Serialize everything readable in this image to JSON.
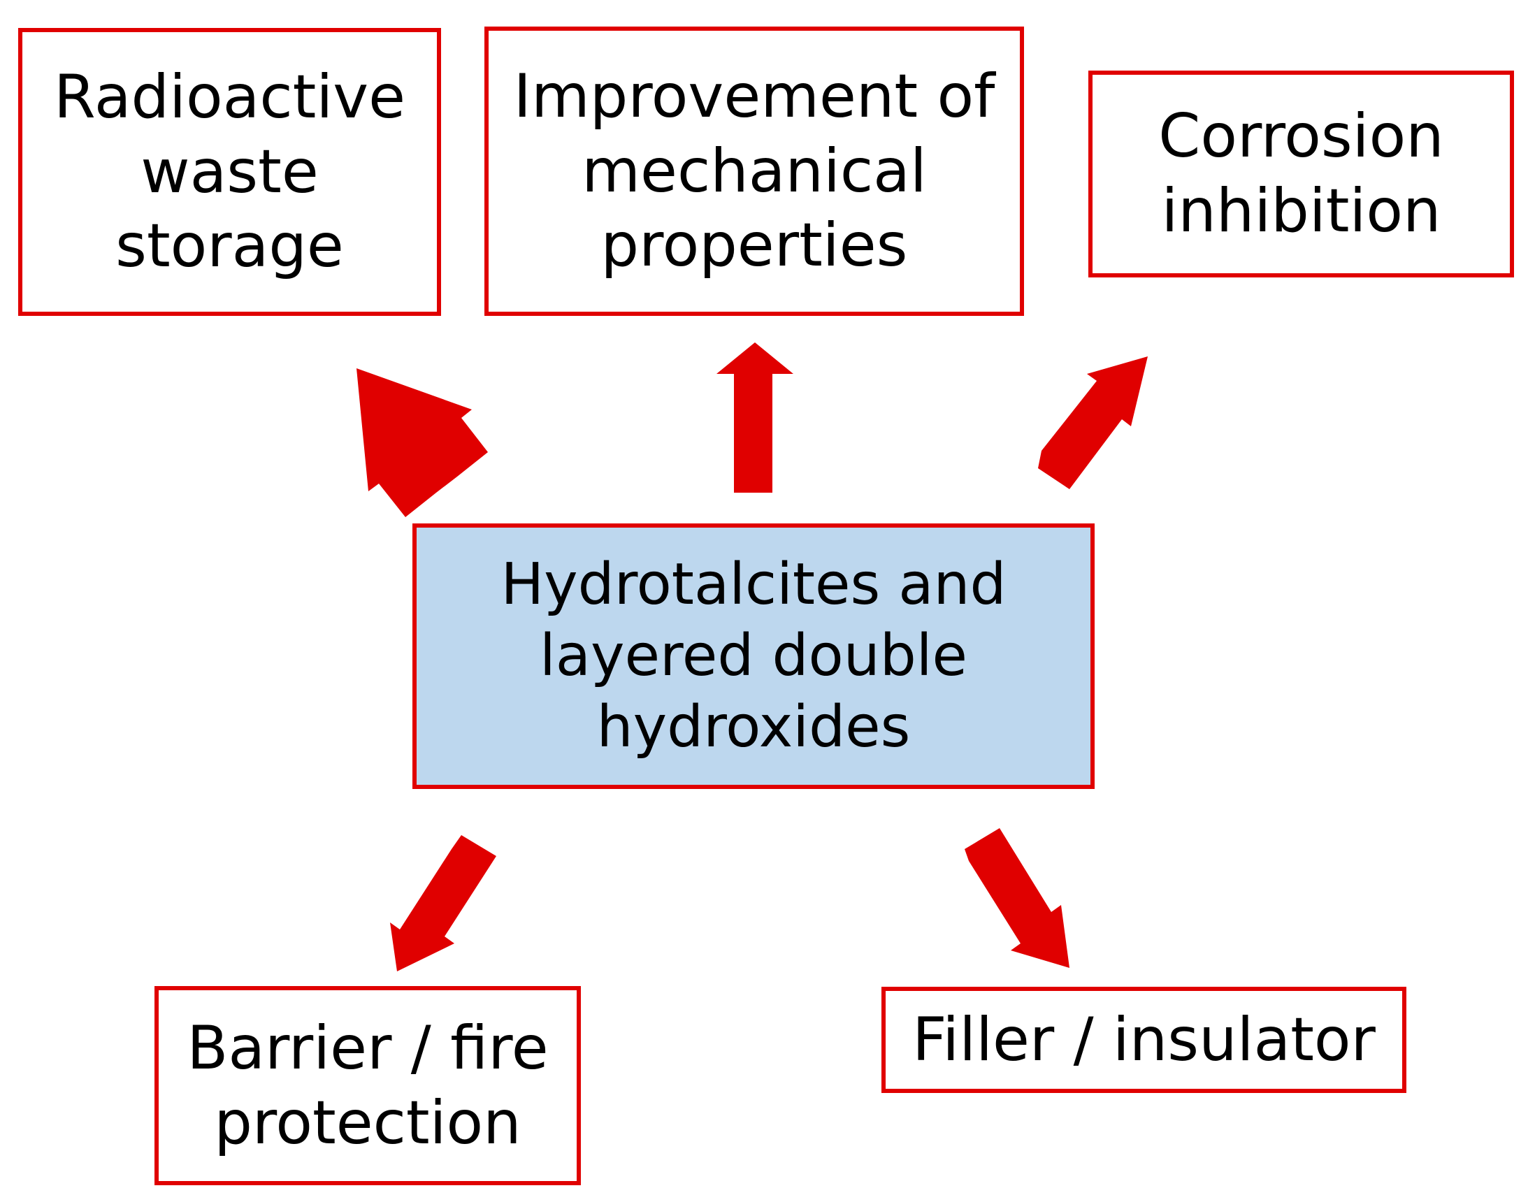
{
  "diagram": {
    "center": {
      "label": "Hydrotalcites and\nlayered double\nhydroxides"
    },
    "applications": {
      "radioactive_waste": "Radioactive\nwaste\nstorage",
      "mechanical": "Improvement of\nmechanical\nproperties",
      "corrosion": "Corrosion\ninhibition",
      "barrier_fire": "Barrier / fire\nprotection",
      "filler_insulator": "Filler / insulator"
    },
    "colors": {
      "border": "#e00000",
      "arrow": "#e00000",
      "center_fill": "#bdd7ee",
      "box_fill": "#ffffff"
    }
  }
}
